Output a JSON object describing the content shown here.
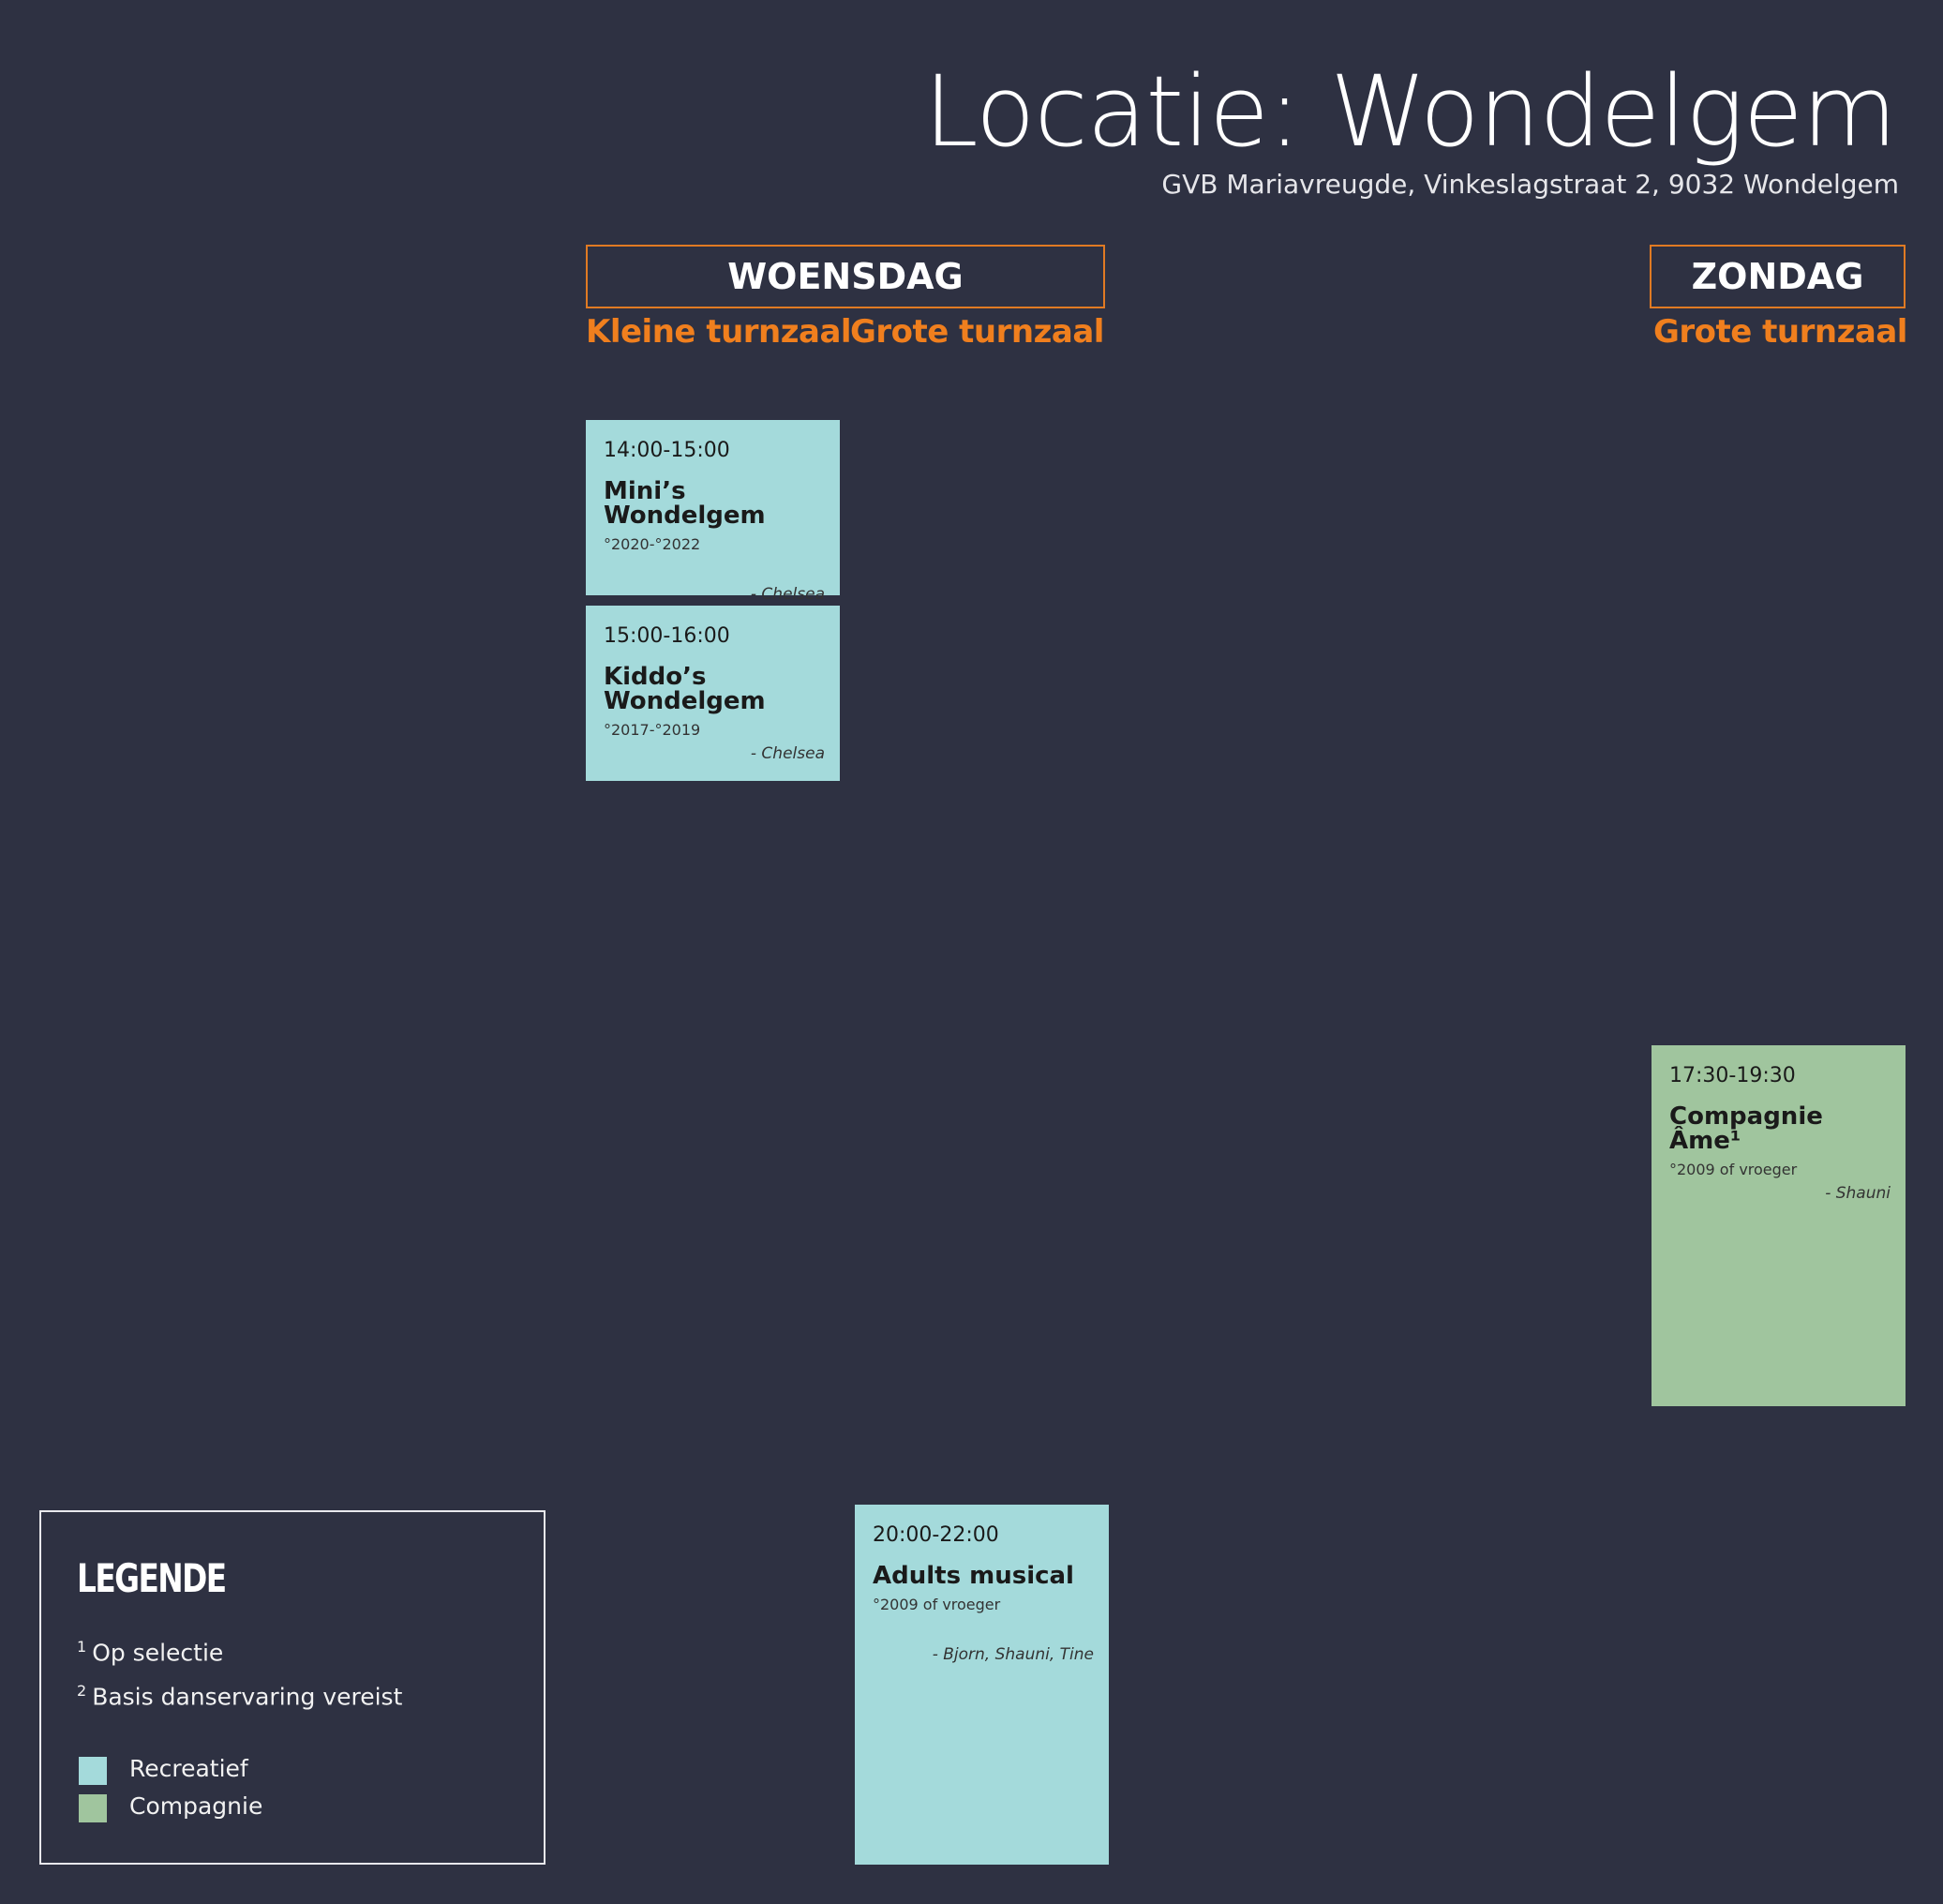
{
  "header": {
    "title": "Locatie: Wondelgem",
    "address": "GVB Mariavreugde, Vinkeslagstraat 2, 9032 Wondelgem"
  },
  "days": [
    {
      "name": "WOENSDAG",
      "rooms": [
        "Kleine turnzaal",
        "Grote turnzaal"
      ]
    },
    {
      "name": "ZONDAG",
      "rooms": [
        "Grote turnzaal"
      ]
    }
  ],
  "classes": [
    {
      "time": "14:00-15:00",
      "name": "Mini’s Wondelgem",
      "ages": "°2020-°2022",
      "teacher": "- Chelsea",
      "type": "recreatief"
    },
    {
      "time": "15:00-16:00",
      "name": "Kiddo’s Wondelgem",
      "ages": "°2017-°2019",
      "teacher": "- Chelsea",
      "type": "recreatief"
    },
    {
      "time": "20:00-22:00",
      "name": "Adults musical",
      "ages": "°2009 of vroeger",
      "teacher": "- Bjorn, Shauni, Tine",
      "type": "recreatief"
    },
    {
      "time": "17:30-19:30",
      "name": "Compagnie Âme¹",
      "ages": "°2009 of vroeger",
      "teacher": "- Shauni",
      "type": "compagnie"
    }
  ],
  "legend": {
    "title": "LEGENDE",
    "notes": [
      {
        "mark": "1",
        "text": "Op selectie"
      },
      {
        "mark": "2",
        "text": "Basis danservaring vereist"
      }
    ],
    "types": [
      {
        "label": "Recreatief",
        "color": "#a4dadb"
      },
      {
        "label": "Compagnie",
        "color": "#a0c59e"
      }
    ]
  }
}
